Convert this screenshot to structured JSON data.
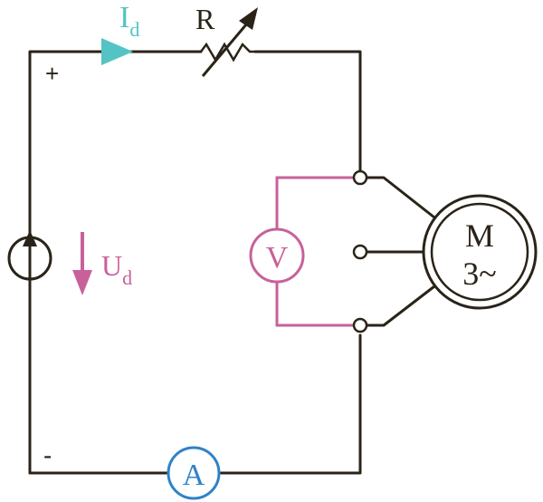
{
  "colors": {
    "wire": "#2a2318",
    "current": "#54c3c4",
    "voltage": "#c8619a",
    "ammeter": "#2f82c9",
    "background": "#ffffff"
  },
  "labels": {
    "current_main": "I",
    "current_sub": "d",
    "resistor": "R",
    "voltage_main": "U",
    "voltage_sub": "d",
    "plus": "+",
    "minus": "-",
    "voltmeter": "V",
    "ammeter": "A",
    "motor_line1": "M",
    "motor_line2": "3~"
  },
  "icons": {
    "source": "current-source-icon",
    "resistor": "variable-resistor-icon",
    "voltmeter": "voltmeter-icon",
    "ammeter": "ammeter-icon",
    "motor": "three-phase-motor-icon"
  }
}
